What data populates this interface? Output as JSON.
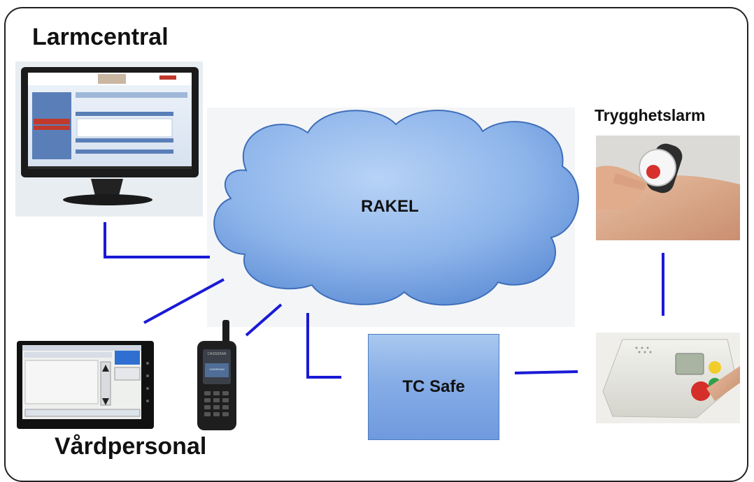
{
  "labels": {
    "larmcentral": "Larmcentral",
    "trygghetslarm": "Trygghetslarm",
    "vardpersonal": "Vårdpersonal",
    "rakel": "RAKEL",
    "tc_safe": "TC Safe"
  },
  "colors": {
    "connector": "#1a1ad6",
    "cloud": "#8db4ea",
    "box": "#86ade6",
    "frame_border": "#222222"
  },
  "devices": {
    "radio_brand": "CASSIDIAN",
    "radio_screen_brand": "CASSIDIAN"
  }
}
